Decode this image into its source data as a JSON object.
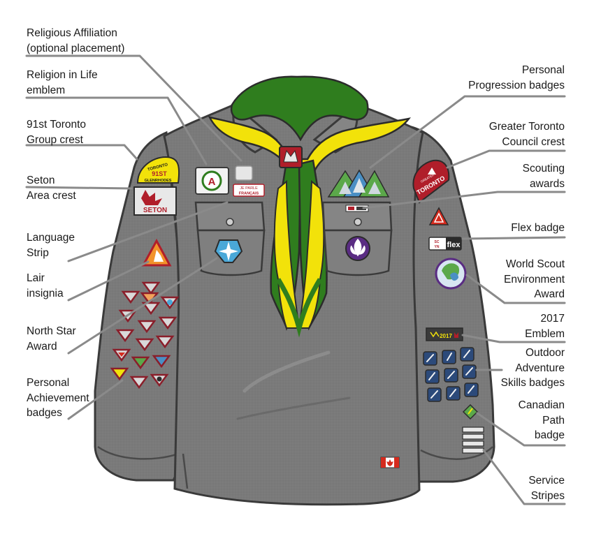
{
  "labels": {
    "religious_affiliation": "Religious Affiliation\n(optional placement)",
    "religion_in_life": "Religion in Life\nemblem",
    "group_crest": "91st Toronto\nGroup crest",
    "area_crest": "Seton\nArea crest",
    "language_strip": "Language\nStrip",
    "lair_insignia": "Lair\ninsignia",
    "north_star": "North Star\nAward",
    "personal_achievement": "Personal\nAchievement\nbadges",
    "personal_progression": "Personal\nProgression badges",
    "council_crest": "Greater Toronto\nCouncil crest",
    "scouting_awards": "Scouting\nawards",
    "flex_badge": "Flex badge",
    "world_scout_env": "World Scout\nEnvironment\nAward",
    "emblem_2017": "2017\nEmblem",
    "outdoor_adventure": "Outdoor\nAdventure\nSkills badges",
    "canadian_path": "Canadian\nPath\nbadge",
    "service_stripes": "Service\nStripes"
  },
  "patches": {
    "group_crest_top": "TORONTO",
    "group_crest_number": "91ST",
    "group_crest_bottom": "GLENRHODES",
    "area_crest_text": "SETON",
    "language_strip_line1": "JE PARLE",
    "language_strip_line2": "FRANÇAIS",
    "council_crest_small": "GREATER",
    "council_crest_text": "TORONTO",
    "flex_small": "SC\nYN",
    "flex_text": "flex",
    "emblem_2017_text": "2017"
  },
  "colors": {
    "shirt": "#7a7a7a",
    "shirt_outline": "#3a3a3a",
    "neckerchief_green": "#2f7d1e",
    "neckerchief_yellow": "#f2e20a",
    "leader_line": "#8a8a8a",
    "patch_red": "#b01e2a",
    "patch_purple": "#5a2c83",
    "canada_red": "#d52b1e"
  }
}
